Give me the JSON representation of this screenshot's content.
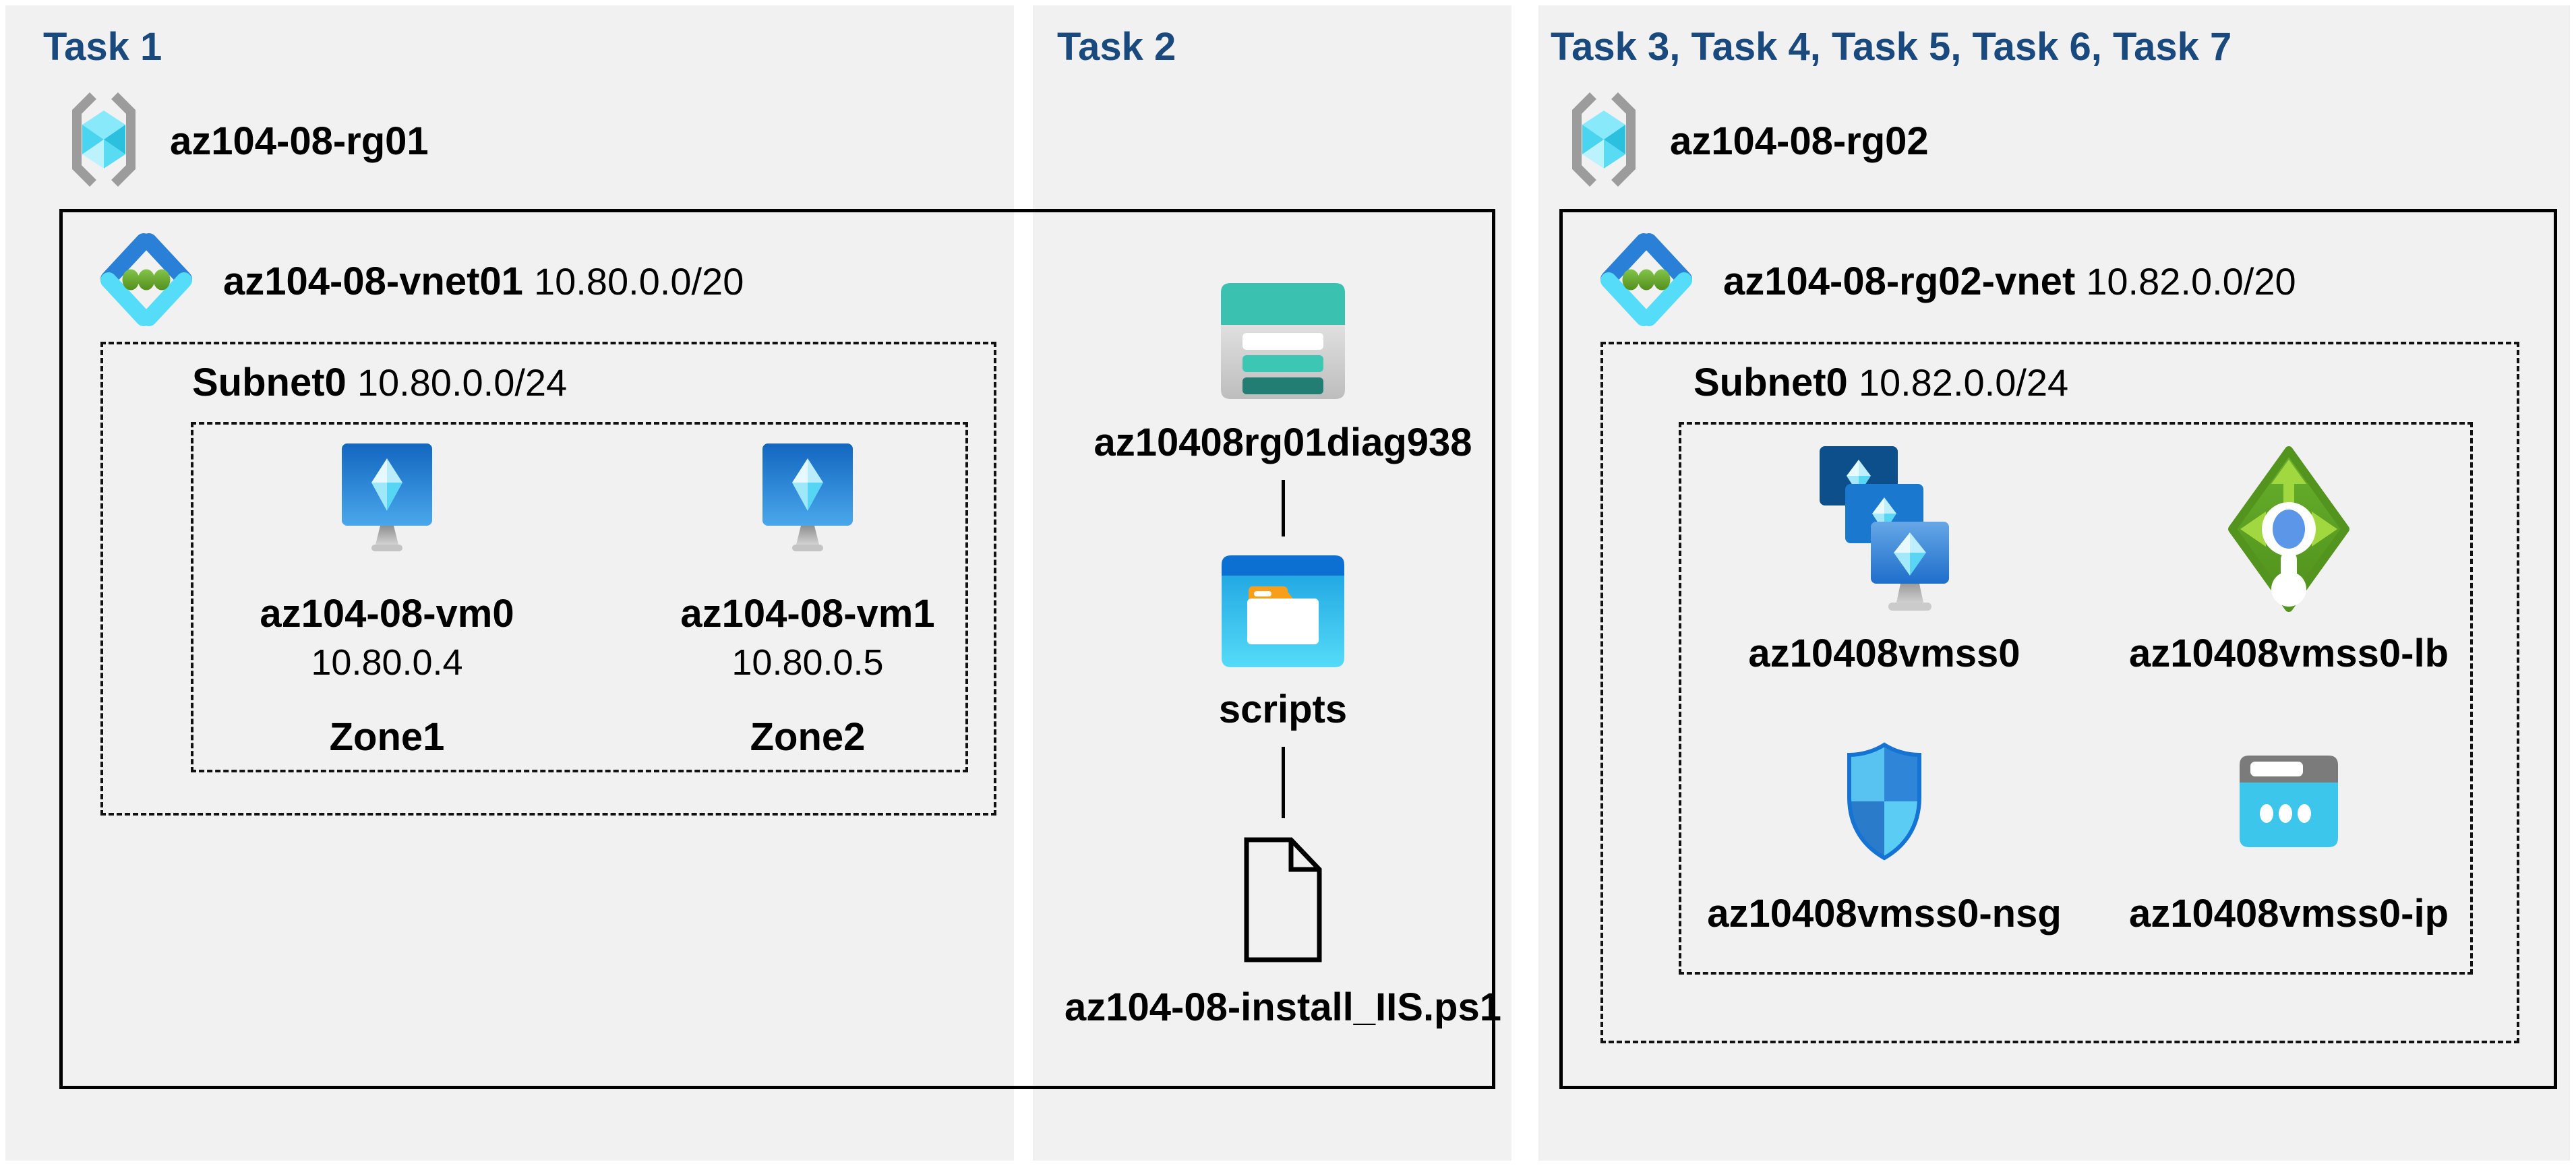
{
  "task1": {
    "title": "Task 1",
    "resource_group": "az104-08-rg01",
    "vnet_name": "az104-08-vnet01",
    "vnet_cidr": "10.80.0.0/20",
    "subnet_name": "Subnet0",
    "subnet_cidr": "10.80.0.0/24",
    "vms": [
      {
        "name": "az104-08-vm0",
        "ip": "10.80.0.4",
        "zone": "Zone1"
      },
      {
        "name": "az104-08-vm1",
        "ip": "10.80.0.5",
        "zone": "Zone2"
      }
    ]
  },
  "task2": {
    "title": "Task 2",
    "storage_account": "az10408rg01diag938",
    "container": "scripts",
    "script_file": "az104-08-install_IIS.ps1"
  },
  "task3": {
    "title": "Task 3, Task 4, Task 5, Task 6, Task 7",
    "resource_group": "az104-08-rg02",
    "vnet_name": "az104-08-rg02-vnet",
    "vnet_cidr": "10.82.0.0/20",
    "subnet_name": "Subnet0",
    "subnet_cidr": "10.82.0.0/24",
    "resources": [
      {
        "name": "az10408vmss0",
        "type": "vm-scale-set"
      },
      {
        "name": "az10408vmss0-lb",
        "type": "load-balancer"
      },
      {
        "name": "az10408vmss0-nsg",
        "type": "network-security-group"
      },
      {
        "name": "az10408vmss0-ip",
        "type": "public-ip"
      }
    ]
  },
  "colors": {
    "background": "#ffffff",
    "panel_background": "#f1f1f2",
    "title_blue": "#1a4a7d",
    "azure_blue": "#1a78ce",
    "cube_cyan": "#50e6ff",
    "storage_teal": "#3bc1af",
    "load_balancer_green": "#68b12d",
    "vnet_dot_green": "#6ca93c",
    "folder_tab_orange": "#f79f1a",
    "nsg_shield_blue": "#2f86d8",
    "public_ip_cyan": "#3dc6ec"
  }
}
